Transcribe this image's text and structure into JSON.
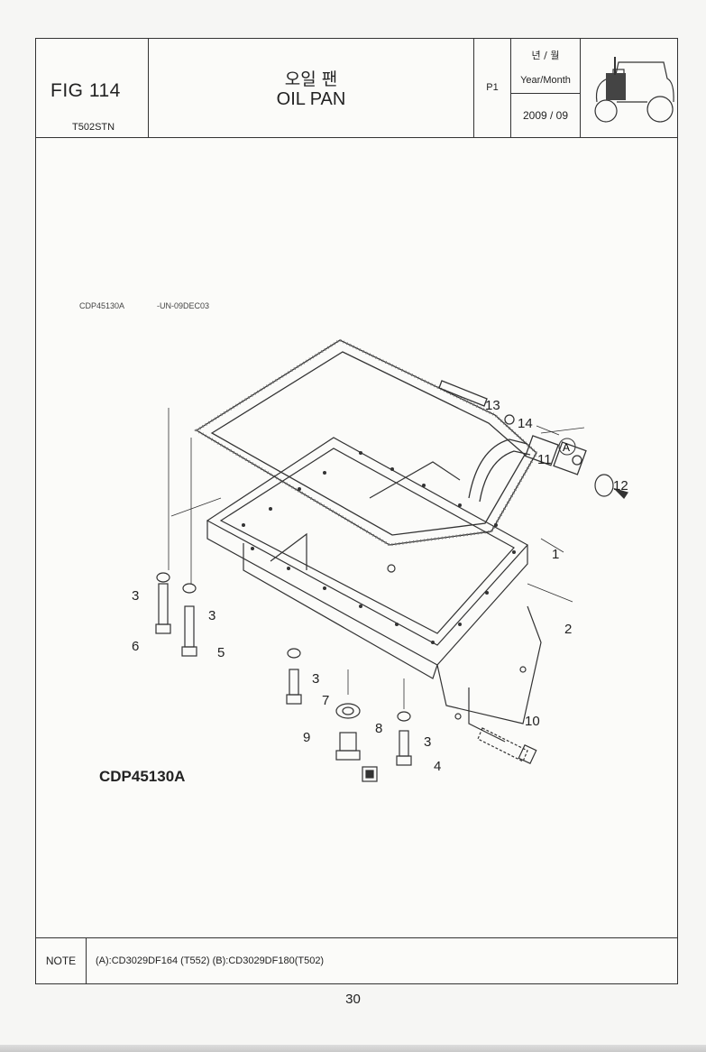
{
  "header": {
    "fig_number": "FIG 114",
    "model": "T502STN",
    "title_korean": "오일 팬",
    "title_english": "OIL PAN",
    "page_code": "P1",
    "year_month_korean": "년 / 월",
    "year_month_label": "Year/Month",
    "year_month_value": "2009 / 09",
    "thumbnail_icon": "tractor-icon"
  },
  "drawing": {
    "ref_code": "CDP45130A",
    "ref_date": "-UN-09DEC03",
    "caption": "CDP45130A",
    "callout_A": "A",
    "part_labels": [
      "1",
      "2",
      "3",
      "3",
      "3",
      "3",
      "4",
      "5",
      "6",
      "7",
      "8",
      "9",
      "10",
      "11",
      "12",
      "13",
      "14"
    ]
  },
  "note": {
    "label": "NOTE",
    "text": "(A):CD3029DF164 (T552)  (B):CD3029DF180(T502)"
  },
  "page_number": "30"
}
